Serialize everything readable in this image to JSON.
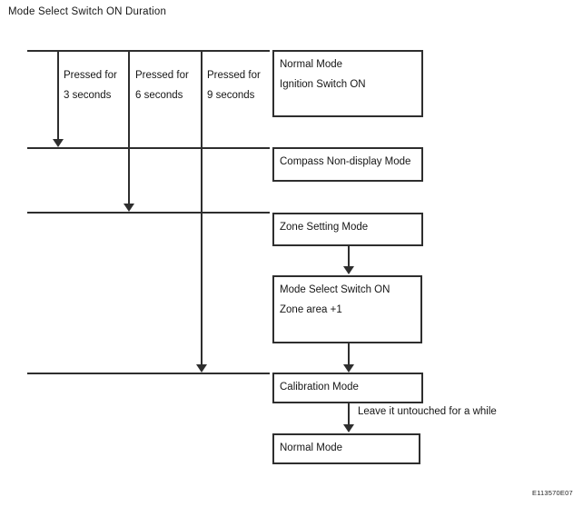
{
  "title": "Mode Select Switch ON Duration",
  "figure_code": "E113570E07",
  "timeline": {
    "press_labels": [
      {
        "line1": "Pressed for",
        "line2": "3 seconds"
      },
      {
        "line1": "Pressed for",
        "line2": "6 seconds"
      },
      {
        "line1": "Pressed for",
        "line2": "9 seconds"
      }
    ]
  },
  "flow": {
    "boxes": [
      {
        "id": "normal-mode-start",
        "lines": [
          "Normal Mode",
          "Ignition Switch ON"
        ]
      },
      {
        "id": "compass-non-display-mode",
        "lines": [
          "Compass Non-display Mode"
        ]
      },
      {
        "id": "zone-setting-mode",
        "lines": [
          "Zone Setting Mode"
        ]
      },
      {
        "id": "zone-area-increment",
        "lines": [
          "Mode Select Switch ON",
          "Zone area +1"
        ]
      },
      {
        "id": "calibration-mode",
        "lines": [
          "Calibration Mode"
        ]
      },
      {
        "id": "normal-mode-end",
        "lines": [
          "Normal Mode"
        ]
      }
    ],
    "arrow_note": "Leave it untouched for a while"
  },
  "colors": {
    "line": "#2e2e2e",
    "text": "#161616",
    "background": "#ffffff"
  }
}
